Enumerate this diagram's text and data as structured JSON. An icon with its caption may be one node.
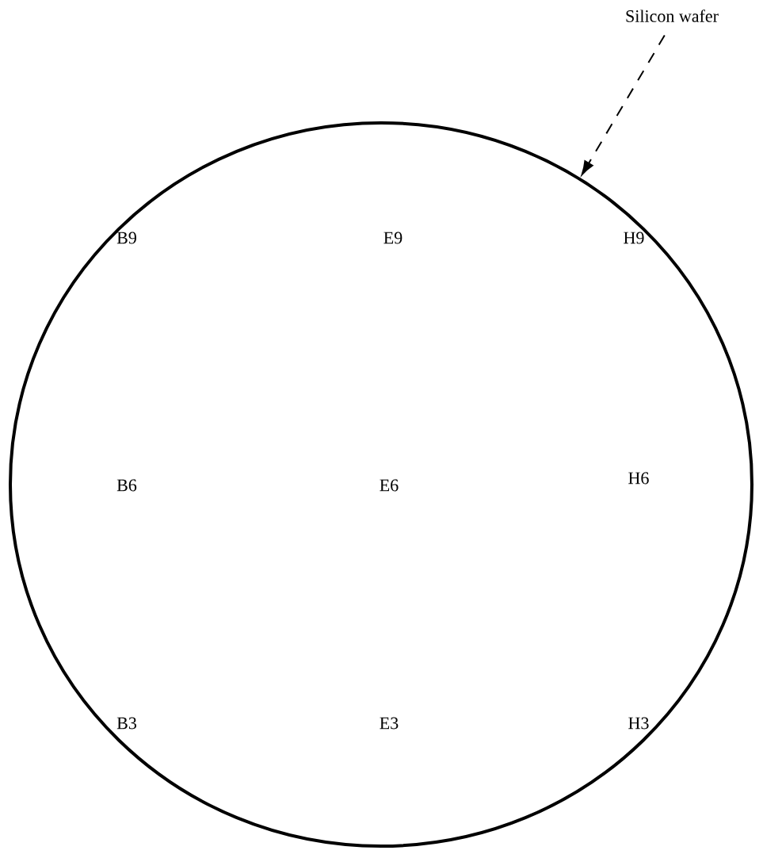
{
  "diagram": {
    "nodes": [
      {
        "text": [
          "Silicon wafer"
        ]
      },
      {
        "text": [],
        "shape": "circle"
      }
    ],
    "edges": [
      {
        "from": 0,
        "to": 1,
        "arrow": "to",
        "style": "dashed"
      }
    ],
    "labels": [
      "B9",
      "E9",
      "H9",
      "B6",
      "E6",
      "H6",
      "B3",
      "E3",
      "H3"
    ]
  }
}
